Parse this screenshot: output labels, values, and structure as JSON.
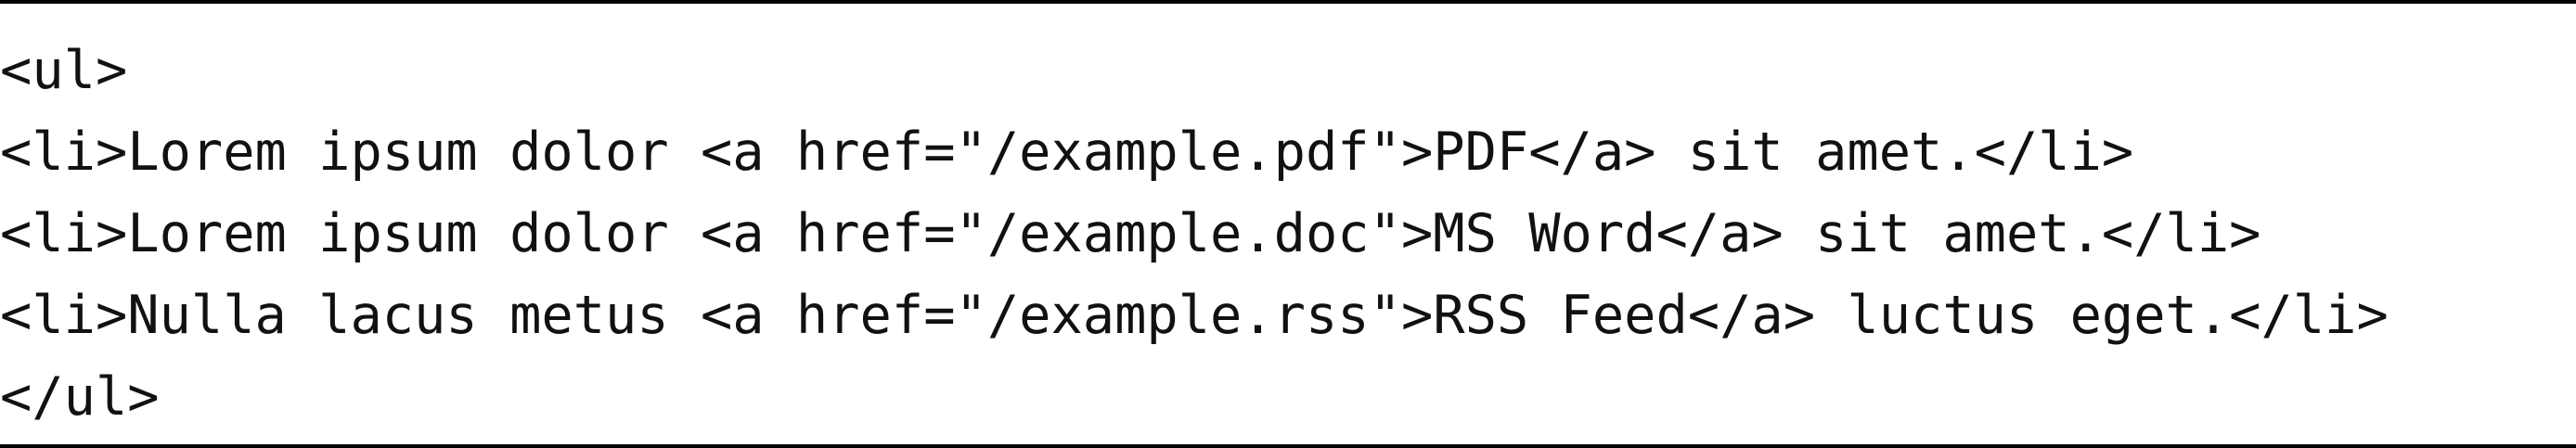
{
  "code": {
    "lines": [
      "<ul>",
      "<li>Lorem ipsum dolor <a href=\"/example.pdf\">PDF</a> sit amet.</li>",
      "<li>Lorem ipsum dolor <a href=\"/example.doc\">MS Word</a> sit amet.</li>",
      "<li>Nulla lacus metus <a href=\"/example.rss\">RSS Feed</a> luctus eget.</li>",
      "</ul>"
    ]
  }
}
